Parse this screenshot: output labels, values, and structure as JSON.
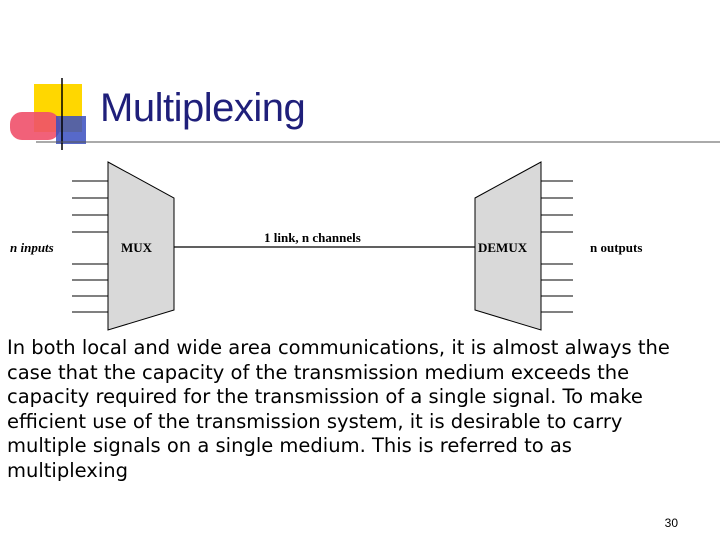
{
  "slide": {
    "title": "Multiplexing",
    "body": "In both local and wide area communications, it is almost always the case that the capacity of the transmission medium exceeds the capacity required for the transmission of a single signal. To make efficient use of the transmission system, it is desirable to carry multiple signals on a single medium. This is referred to as multiplexing",
    "page_number": "30"
  },
  "diagram": {
    "inputs_label": "n inputs",
    "mux_label": "MUX",
    "link_label": "1 link, n channels",
    "demux_label": "DEMUX",
    "outputs_label": "n outputs"
  },
  "colors": {
    "title": "#1f1f7a",
    "deco_yellow": "#ffd700",
    "deco_red": "#f0506a",
    "deco_blue": "#3a4fbf",
    "mux_fill": "#d9d9d9"
  }
}
